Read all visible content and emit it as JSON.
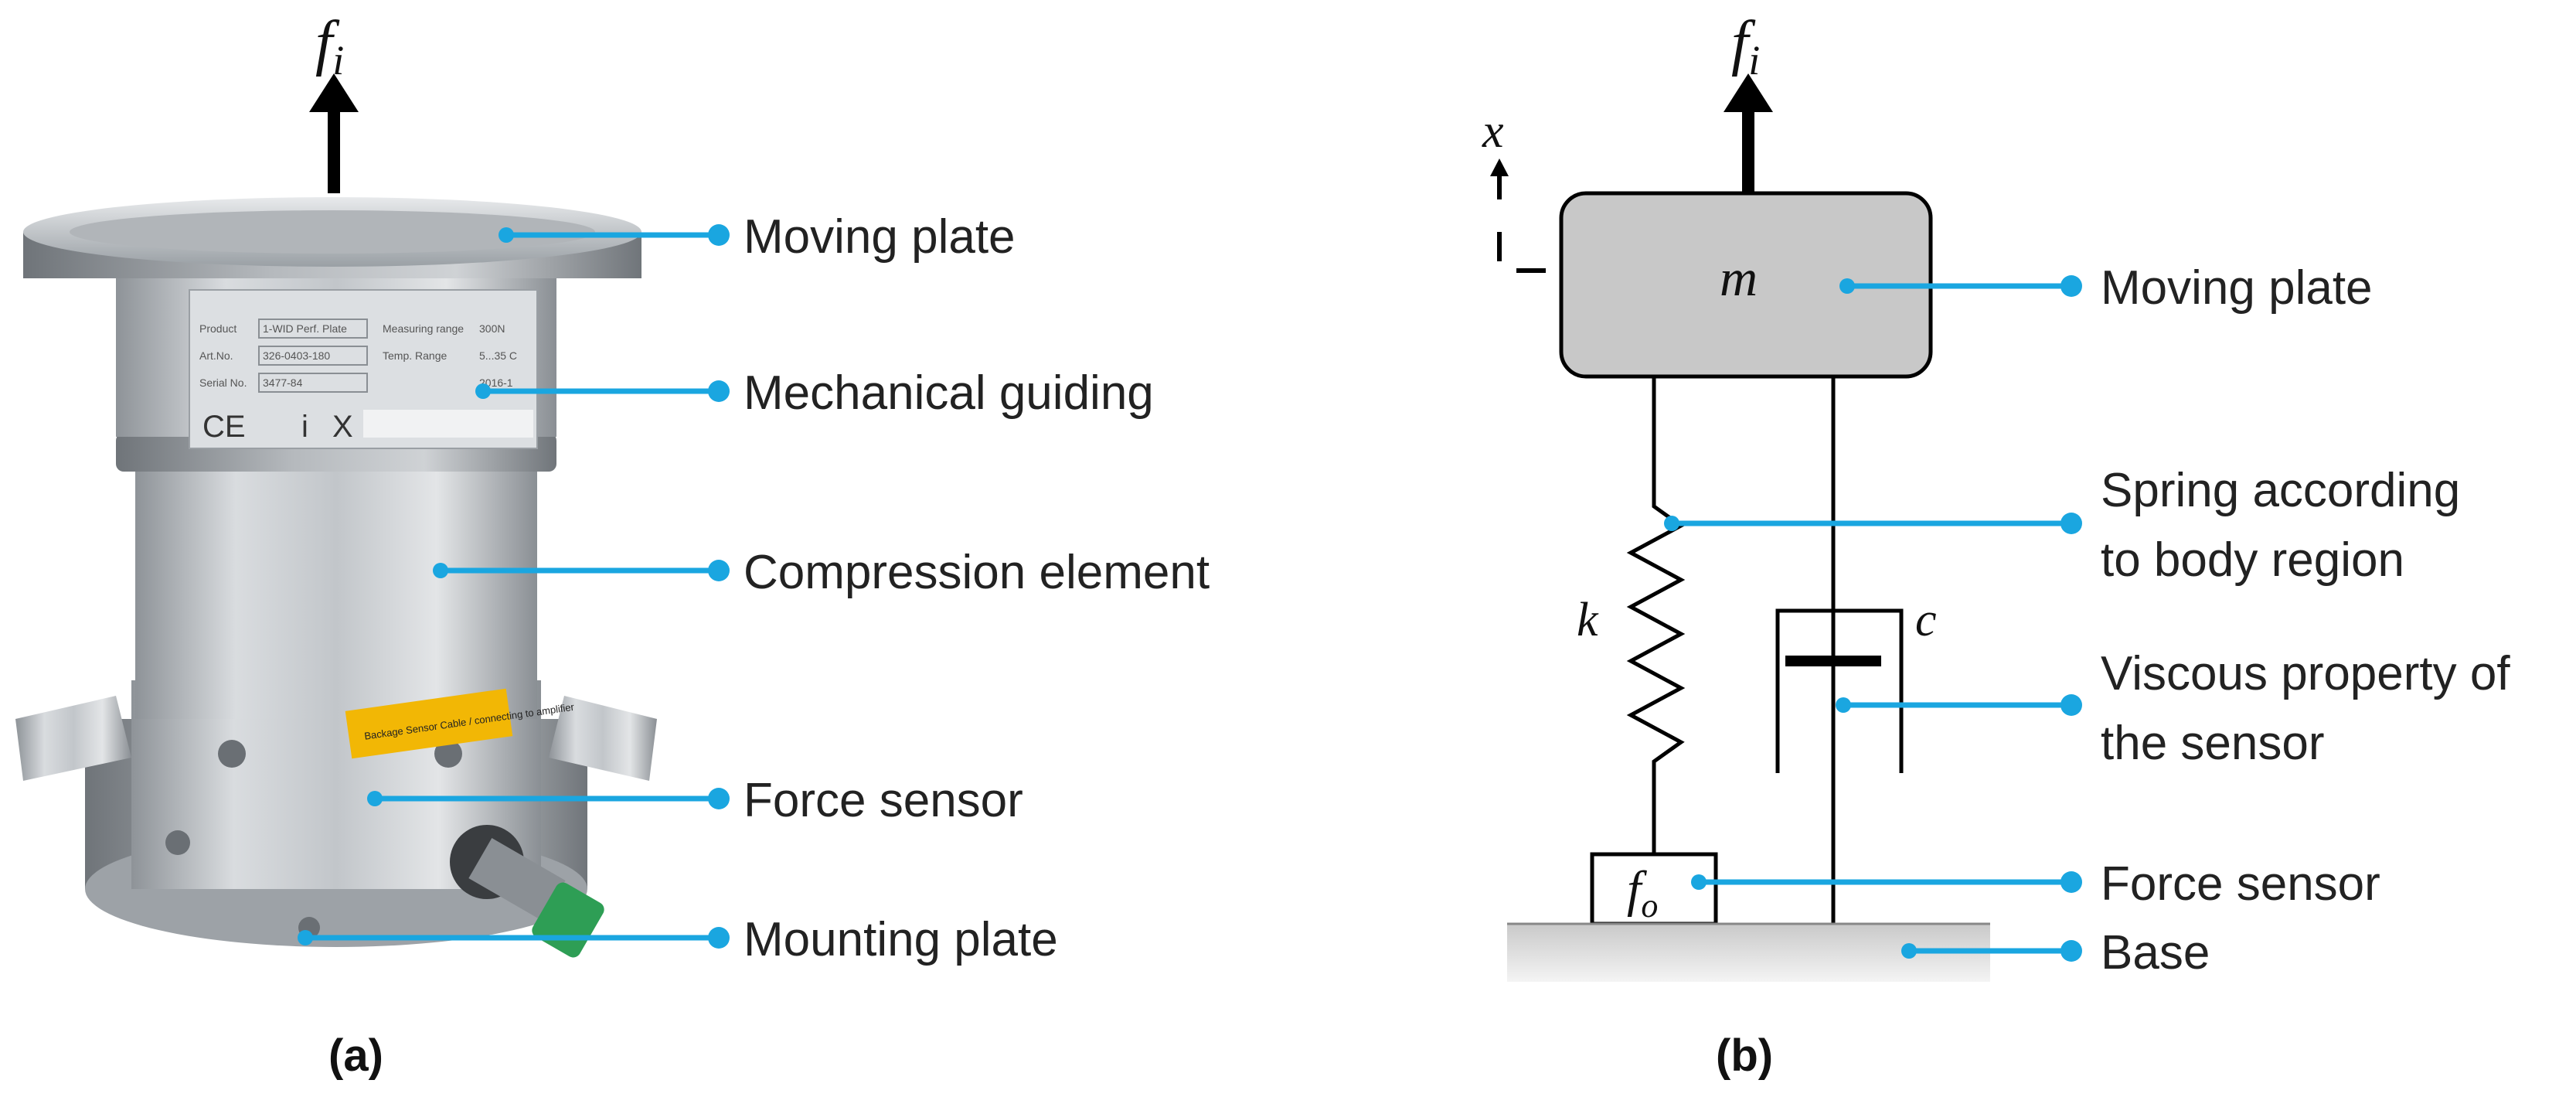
{
  "panel_a": {
    "caption": "(a)",
    "force_symbol": "f",
    "force_subscript": "i",
    "labels": [
      "Moving plate",
      "Mechanical guiding",
      "Compression element",
      "Force sensor",
      "Mounting plate"
    ],
    "nameplate": {
      "rows": [
        [
          "Product",
          "1-WID Perf. Plate",
          "Measuring range",
          "300N"
        ],
        [
          "Art.No.",
          "326-0403-180",
          "Temp. Range",
          "5...35 C"
        ],
        [
          "Serial No.",
          "3477-84",
          "",
          "2016-1"
        ]
      ],
      "marks": [
        "CE",
        "i",
        "X"
      ]
    },
    "warning_sticker": "Backage Sensor Cable / connecting to amplifier"
  },
  "panel_b": {
    "caption": "(b)",
    "force_symbol": "f",
    "force_subscript": "i",
    "displacement_symbol": "x",
    "mass_symbol": "m",
    "spring_symbol": "k",
    "damper_symbol": "c",
    "sensor_symbol": "f",
    "sensor_subscript": "o",
    "labels": {
      "moving_plate": "Moving plate",
      "spring_line1": "Spring according",
      "spring_line2": "to body region",
      "viscous_line1": "Viscous property of",
      "viscous_line2": "the sensor",
      "force_sensor": "Force sensor",
      "base": "Base"
    }
  },
  "colors": {
    "leader": "#1aa6e0",
    "mass_fill": "#c8c8c8",
    "metal": "#b8bcc0",
    "sensor_plug": "#2e9e55"
  }
}
